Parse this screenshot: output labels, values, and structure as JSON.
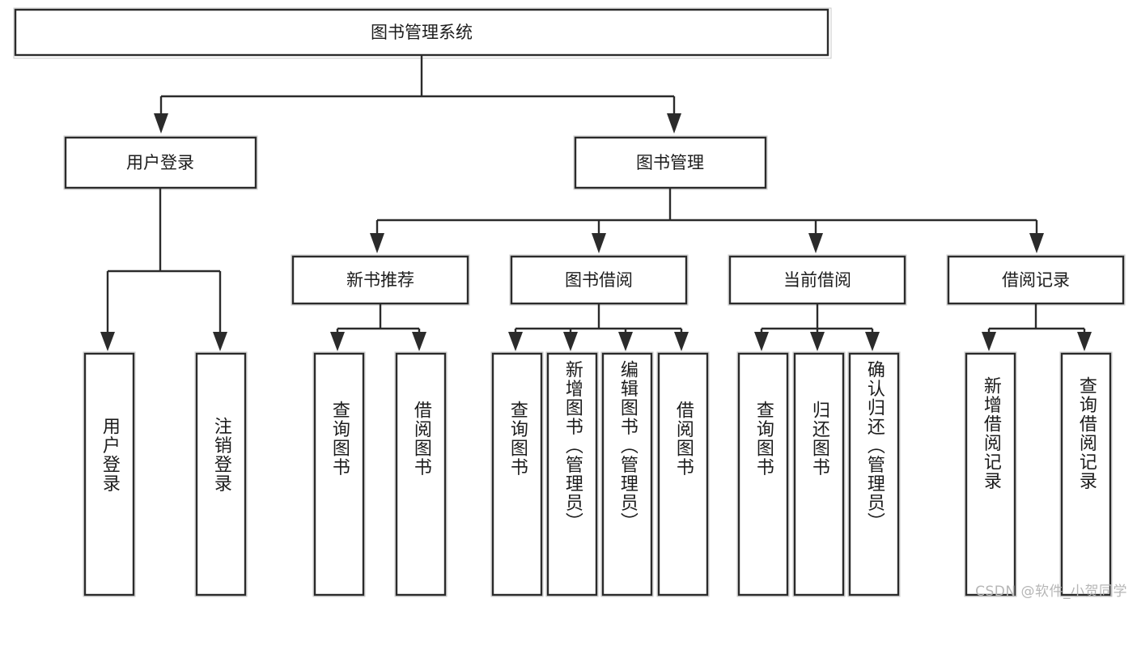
{
  "diagram": {
    "type": "tree-hierarchy",
    "title": "图书管理系统",
    "colors": {
      "box_stroke": "#2b2b2b",
      "box_fill": "#ffffff",
      "connector": "#2b2b2b",
      "text": "#1c1c1c",
      "watermark": "#b6b6b6",
      "background": "#ffffff"
    },
    "root": {
      "label": "图书管理系统"
    },
    "level2": [
      {
        "label": "用户登录"
      },
      {
        "label": "图书管理"
      }
    ],
    "level3": [
      {
        "label": "新书推荐"
      },
      {
        "label": "图书借阅"
      },
      {
        "label": "当前借阅"
      },
      {
        "label": "借阅记录"
      }
    ],
    "leaves": {
      "user_login": [
        {
          "label": "用户登录"
        },
        {
          "label": "注销登录"
        }
      ],
      "new_book_recommend": [
        {
          "label": "查询图书"
        },
        {
          "label": "借阅图书"
        }
      ],
      "book_borrow": [
        {
          "label": "查询图书"
        },
        {
          "label": "新增图书（管理员）"
        },
        {
          "label": "编辑图书（管理员）"
        },
        {
          "label": "借阅图书"
        }
      ],
      "current_borrow": [
        {
          "label": "查询图书"
        },
        {
          "label": "归还图书"
        },
        {
          "label": "确认归还（管理员）"
        }
      ],
      "borrow_record": [
        {
          "label": "新增借阅记录"
        },
        {
          "label": "查询借阅记录"
        }
      ]
    }
  },
  "watermark": {
    "text": "CSDN @软件_小贺同学"
  }
}
